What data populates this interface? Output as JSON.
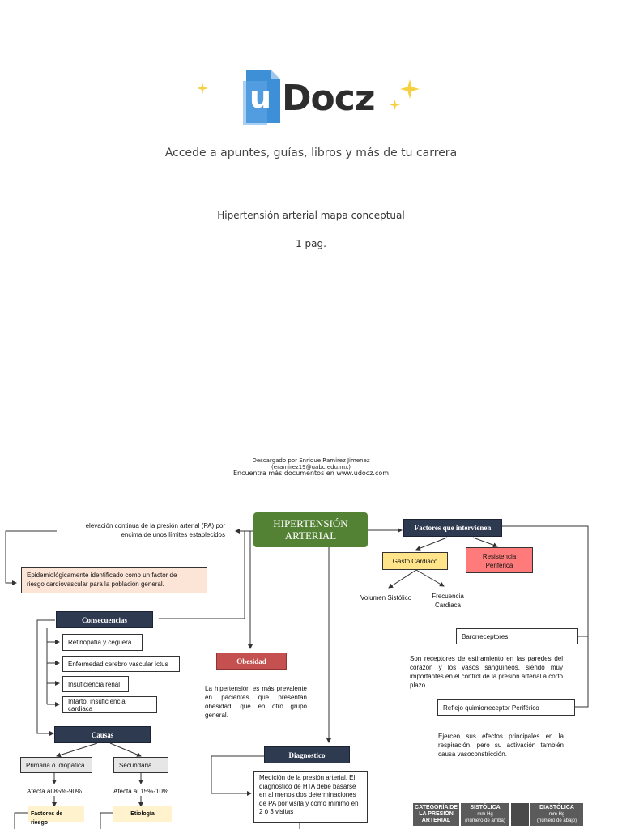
{
  "header": {
    "logo_text": "Docz",
    "logo_letter": "u",
    "tagline": "Accede a apuntes, guías, libros y más de tu carrera",
    "doc_title": "Hipertensión arterial mapa conceptual",
    "pages": "1 pag."
  },
  "watermark": {
    "line1": "Descargado por Enrique Ramirez Jimenez",
    "line2": "(eramirez19@uabc.edu.mx)",
    "line3": "Encuentra más documentos en www.udocz.com"
  },
  "map": {
    "main_title_1": "HIPERTENSIÓN",
    "main_title_2": "ARTERIAL",
    "definition_1": "elevación continua de la presión arterial (PA) por",
    "definition_2": "encima de unos límites establecidos",
    "epidemiology_1": "Epidemiológicamente identificado como un factor de",
    "epidemiology_2": "riesgo cardiovascular para la población general.",
    "consecuencias": "Consecuencias",
    "cons_items": [
      "Retinopatía y ceguera",
      "Enfermedad cerebro vascular ictus",
      "Insuficiencia renal",
      "Infarto, insuficiencia cardiaca"
    ],
    "causas": "Causas",
    "primaria": "Primaria o idiopática",
    "secundaria": "Secundaria",
    "afecta_primaria": "Afecta al 85%-90%",
    "afecta_secundaria": "Afecta al 15%-10%.",
    "factores_riesgo": "Factores de riesgo",
    "etiologia": "Etiología",
    "obesidad": "Obesidad",
    "obesidad_text": "La hipertensión es más prevalente en pacientes que presentan obesidad, que en otro grupo general.",
    "diagnostico": "Diagnostico",
    "diagnostico_text": "Medición de la presión arterial. El diagnóstico de HTA debe basarse en al menos dos determinaciones de PA por visita y como mínimo en 2 ó 3 visitas",
    "factores_intervienen": "Factores que intervienen",
    "gasto_cardiaco": "Gasto Cardiaco",
    "resistencia_1": "Resistencia",
    "resistencia_2": "Periférica",
    "volumen_sistolico": "Volumen Sistólico",
    "frecuencia_1": "Frecuencia",
    "frecuencia_2": "Cardiaca",
    "barorreceptores": "Barorreceptores",
    "baro_text": "Son receptores de estiramiento en las paredes del corazón y los vasos sanguíneos, siendo muy importantes en el control de la presión arterial a corto plazo.",
    "reflejo": "Reflejo quimiorreceptor Periférico",
    "reflejo_text": "Ejercen sus efectos principales en la respiración, pero su activación también causa vasoconstricción.",
    "table": {
      "col1_a": "CATEGORÍA DE",
      "col1_b": "LA PRESIÓN",
      "col1_c": "ARTERIAL",
      "col2": "SISTÓLICA",
      "col2_unit": "mm Hg",
      "col2_note": "(número de arriba)",
      "col4": "DIASTÓLICA",
      "col4_unit": "mm Hg",
      "col4_note": "(número de abajo)"
    }
  },
  "colors": {
    "accent_blue": "#3d8fd6",
    "sparkle": "#f5d142",
    "dark_box": "#2e3a50",
    "green_title": "#548235",
    "obesidad_red": "#c55050",
    "resistencia_pink": "#ff7b7b",
    "gasto_yellow": "#ffe48a",
    "epi_fill": "#fce4d6",
    "etiologia_fill": "#fff2cc"
  }
}
